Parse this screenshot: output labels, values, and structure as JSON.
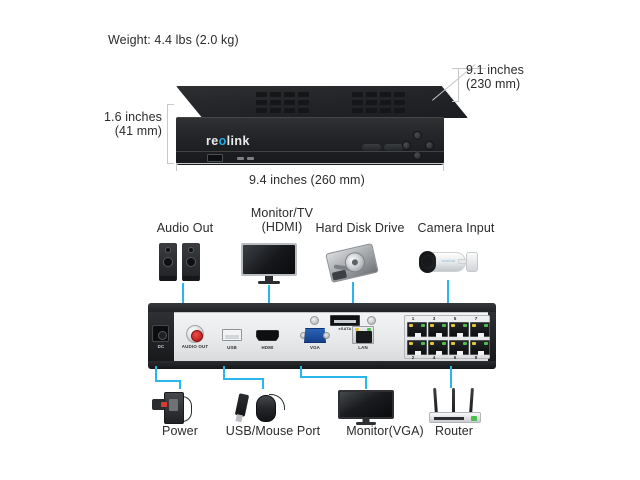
{
  "product": {
    "brand": "reolink",
    "weight_label": "Weight: 4.4 lbs (2.0 kg)",
    "dimensions": {
      "depth": "9.1 inches\n(230 mm)",
      "height": "1.6 inches\n(41 mm)",
      "width": "9.4 inches (260 mm)"
    }
  },
  "top_callouts": [
    {
      "label": "Audio Out",
      "icon": "speakers-icon"
    },
    {
      "label": "Monitor/TV\n(HDMI)",
      "icon": "monitor-icon"
    },
    {
      "label": "Hard Disk Drive",
      "icon": "hard-disk-icon"
    },
    {
      "label": "Camera Input",
      "icon": "bullet-camera-icon"
    }
  ],
  "bottom_callouts": [
    {
      "label": "Power",
      "icon": "power-adapter-icon"
    },
    {
      "label": "USB/Mouse Port",
      "icon": "usb-mouse-icon"
    },
    {
      "label": "Monitor(VGA)",
      "icon": "vga-monitor-icon"
    },
    {
      "label": "Router",
      "icon": "router-icon"
    }
  ],
  "rear_panel": {
    "ports": [
      {
        "name": "power-port",
        "label": "DC"
      },
      {
        "name": "audio-out-port",
        "label": "AUDIO\nOUT"
      },
      {
        "name": "usb-port",
        "label": "USB"
      },
      {
        "name": "hdmi-port",
        "label": "HDMI"
      },
      {
        "name": "vga-port",
        "label": "VGA"
      },
      {
        "name": "lan-port",
        "label": "LAN"
      },
      {
        "name": "esata-port",
        "label": "eSATA"
      }
    ],
    "poe_ports": {
      "top_row": [
        "1",
        "3",
        "5",
        "7"
      ],
      "bottom_row": [
        "2",
        "4",
        "6",
        "8"
      ]
    }
  },
  "colors": {
    "wire": "#29b6e8",
    "brand_accent": "#29a8e0",
    "text": "#2b2b2b",
    "guide": "#c6c8ca",
    "background": "#ffffff"
  }
}
